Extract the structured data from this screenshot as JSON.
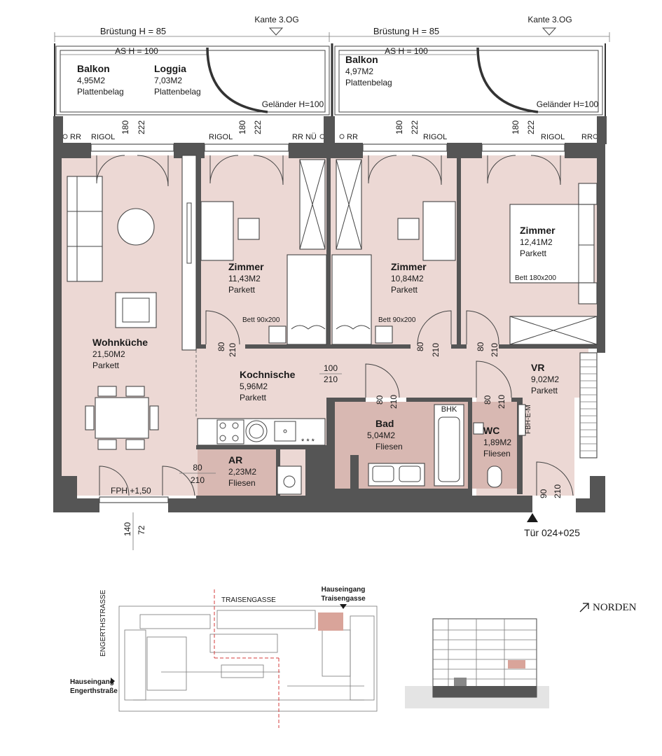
{
  "colors": {
    "room": "#ecd8d4",
    "wet": "#d8b8b2",
    "wall": "#555555",
    "site_highlight": "#d9a49a",
    "cut_line": "#d63b3b"
  },
  "balcony_top": {
    "left_bruestung": "Brüstung H = 85",
    "right_bruestung": "Brüstung H = 85",
    "left_kante": "Kante 3.OG",
    "right_kante": "Kante 3.OG",
    "left_as": "AS H = 100",
    "right_as": "AS H = 100",
    "left_gelaender": "Geländer H=100",
    "right_gelaender": "Geländer H=100"
  },
  "outdoor": [
    {
      "name": "Balkon",
      "area": "4,95M2",
      "floor": "Plattenbelag"
    },
    {
      "name": "Loggia",
      "area": "7,03M2",
      "floor": "Plattenbelag"
    },
    {
      "name": "Balkon",
      "area": "4,97M2",
      "floor": "Plattenbelag"
    }
  ],
  "facade_labels": {
    "rr1": "RR",
    "rigol1": "RIGOL",
    "rigol2": "RIGOL",
    "rrnu": "RR NÜ",
    "rr2": "RR",
    "rigol3": "RIGOL",
    "rigol4": "RIGOL",
    "rr3": "RR"
  },
  "window_dims": [
    "180",
    "222",
    "180",
    "222",
    "180",
    "222",
    "180",
    "222"
  ],
  "rooms": {
    "wohnkueche": {
      "name": "Wohnküche",
      "area": "21,50M2",
      "floor": "Parkett"
    },
    "zimmer1": {
      "name": "Zimmer",
      "area": "11,43M2",
      "floor": "Parkett",
      "bed": "Bett 90x200"
    },
    "zimmer2": {
      "name": "Zimmer",
      "area": "10,84M2",
      "floor": "Parkett",
      "bed": "Bett 90x200"
    },
    "zimmer3": {
      "name": "Zimmer",
      "area": "12,41M2",
      "floor": "Parkett",
      "bed": "Bett 180x200"
    },
    "kochnische": {
      "name": "Kochnische",
      "area": "5,96M2",
      "floor": "Parkett"
    },
    "vr": {
      "name": "VR",
      "area": "9,02M2",
      "floor": "Parkett"
    },
    "bad": {
      "name": "Bad",
      "area": "5,04M2",
      "floor": "Fliesen"
    },
    "wc": {
      "name": "WC",
      "area": "1,89M2",
      "floor": "Fliesen"
    },
    "ar": {
      "name": "AR",
      "area": "2,23M2",
      "floor": "Fliesen"
    }
  },
  "door_dims": {
    "z1_w": "80",
    "z1_h": "210",
    "z2_w": "80",
    "z2_h": "210",
    "z3_w": "80",
    "z3_h": "210",
    "opening_w": "100",
    "opening_h": "210",
    "bad_w": "80",
    "bad_h": "210",
    "wc_w": "80",
    "wc_h": "210",
    "ar_w": "80",
    "ar_h": "210",
    "entry_w": "90",
    "entry_h": "210"
  },
  "misc": {
    "bhk": "BHK",
    "fbh": "FBH-E-M",
    "hob_marks": "* * *",
    "fph": "FPH +1,50",
    "dim_140": "140",
    "dim_72": "72",
    "entrance": "Tür 024+025"
  },
  "site_plan": {
    "street_top": "TRAISENGASSE",
    "street_left": "ENGERTHSTRASSE",
    "entrance_top_l1": "Hauseingang",
    "entrance_top_l2": "Traisengasse",
    "entrance_left_l1": "Hauseingang",
    "entrance_left_l2": "Engerthstraße"
  },
  "north": "NORDEN"
}
